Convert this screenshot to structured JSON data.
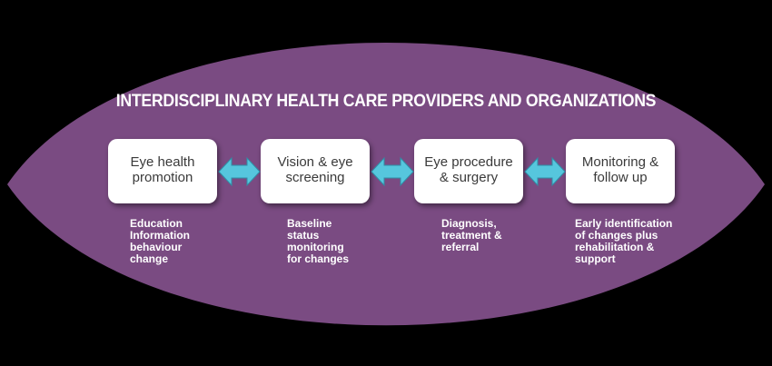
{
  "colors": {
    "background": "#000000",
    "lens": "#7a4b82",
    "box": "#ffffff",
    "box_text": "#3a3a3a",
    "arrow": "#56c6dd",
    "text": "#ffffff"
  },
  "title": "INTERDISCIPLINARY HEALTH CARE PROVIDERS AND ORGANIZATIONS",
  "stages": [
    {
      "label": "Eye health\npromotion",
      "description": "Education\nInformation\nbehaviour\nchange"
    },
    {
      "label": "Vision & eye\nscreening",
      "description": "Baseline\nstatus\nmonitoring\nfor changes"
    },
    {
      "label": "Eye procedure\n& surgery",
      "description": "Diagnosis,\ntreatment &\nreferral"
    },
    {
      "label": "Monitoring &\nfollow up",
      "description": "Early identification\nof changes plus\nrehabilitation &\nsupport"
    }
  ],
  "connectors": [
    "double-arrow-icon",
    "double-arrow-icon",
    "double-arrow-icon"
  ]
}
